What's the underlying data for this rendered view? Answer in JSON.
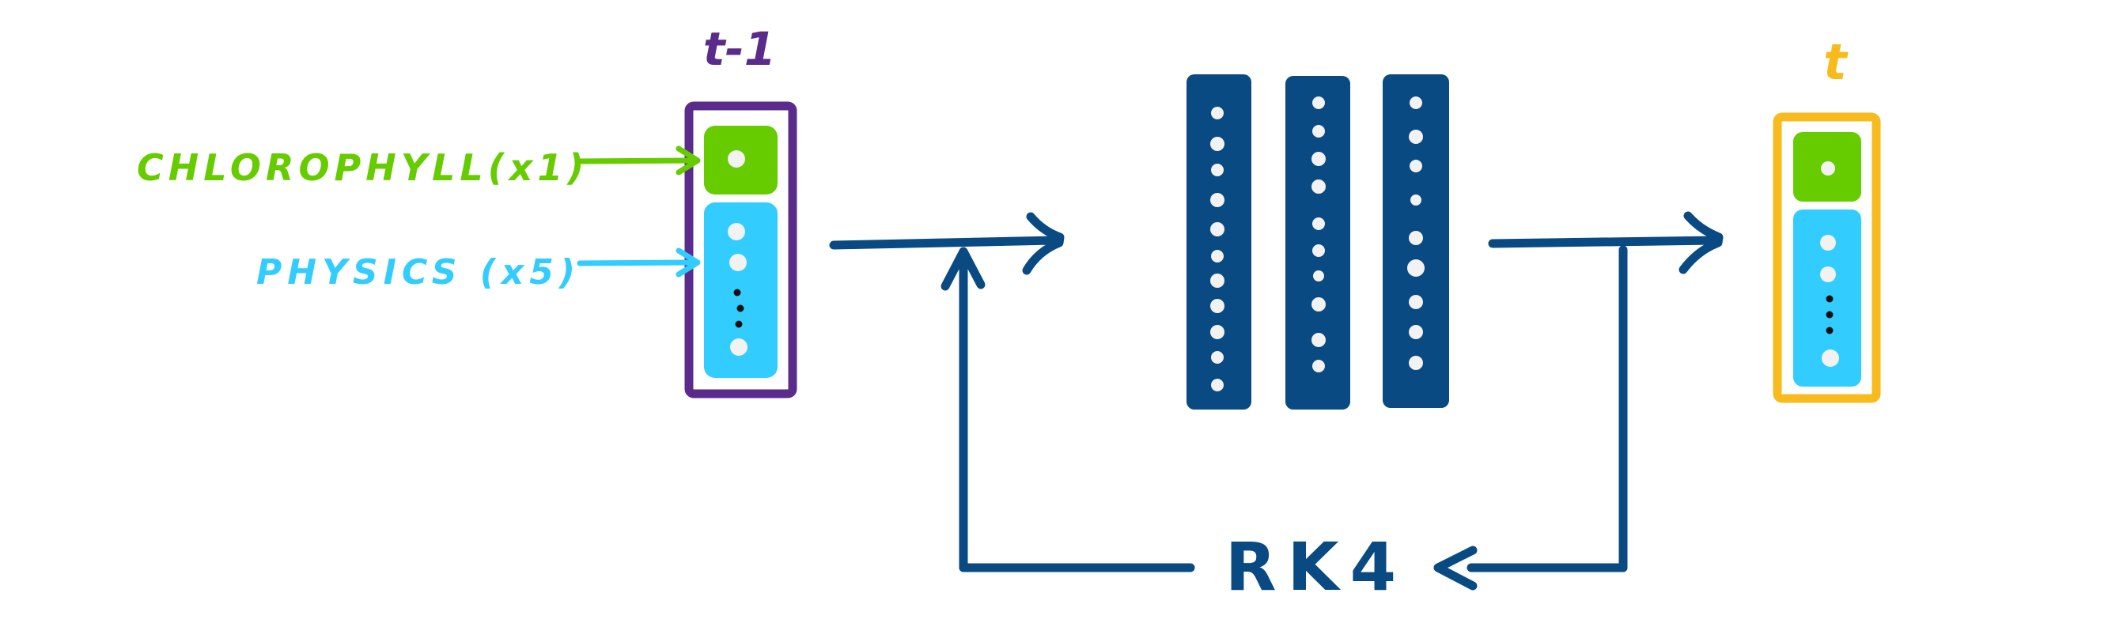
{
  "labels": {
    "prev_step": "t-1",
    "next_step": "t",
    "chlorophyll": "CHLOROPHYLL(x1)",
    "physics": "PHYSICS (x5)",
    "integrator": "RK4"
  },
  "colors": {
    "navy": "#0a4a82",
    "purple": "#5b2b8c",
    "yellow": "#f8bb1d",
    "green": "#66cc00",
    "cyan": "#33ccff",
    "white_dot": "#f2f2f2",
    "black_dot": "#111111"
  },
  "network": {
    "layers": 3
  }
}
